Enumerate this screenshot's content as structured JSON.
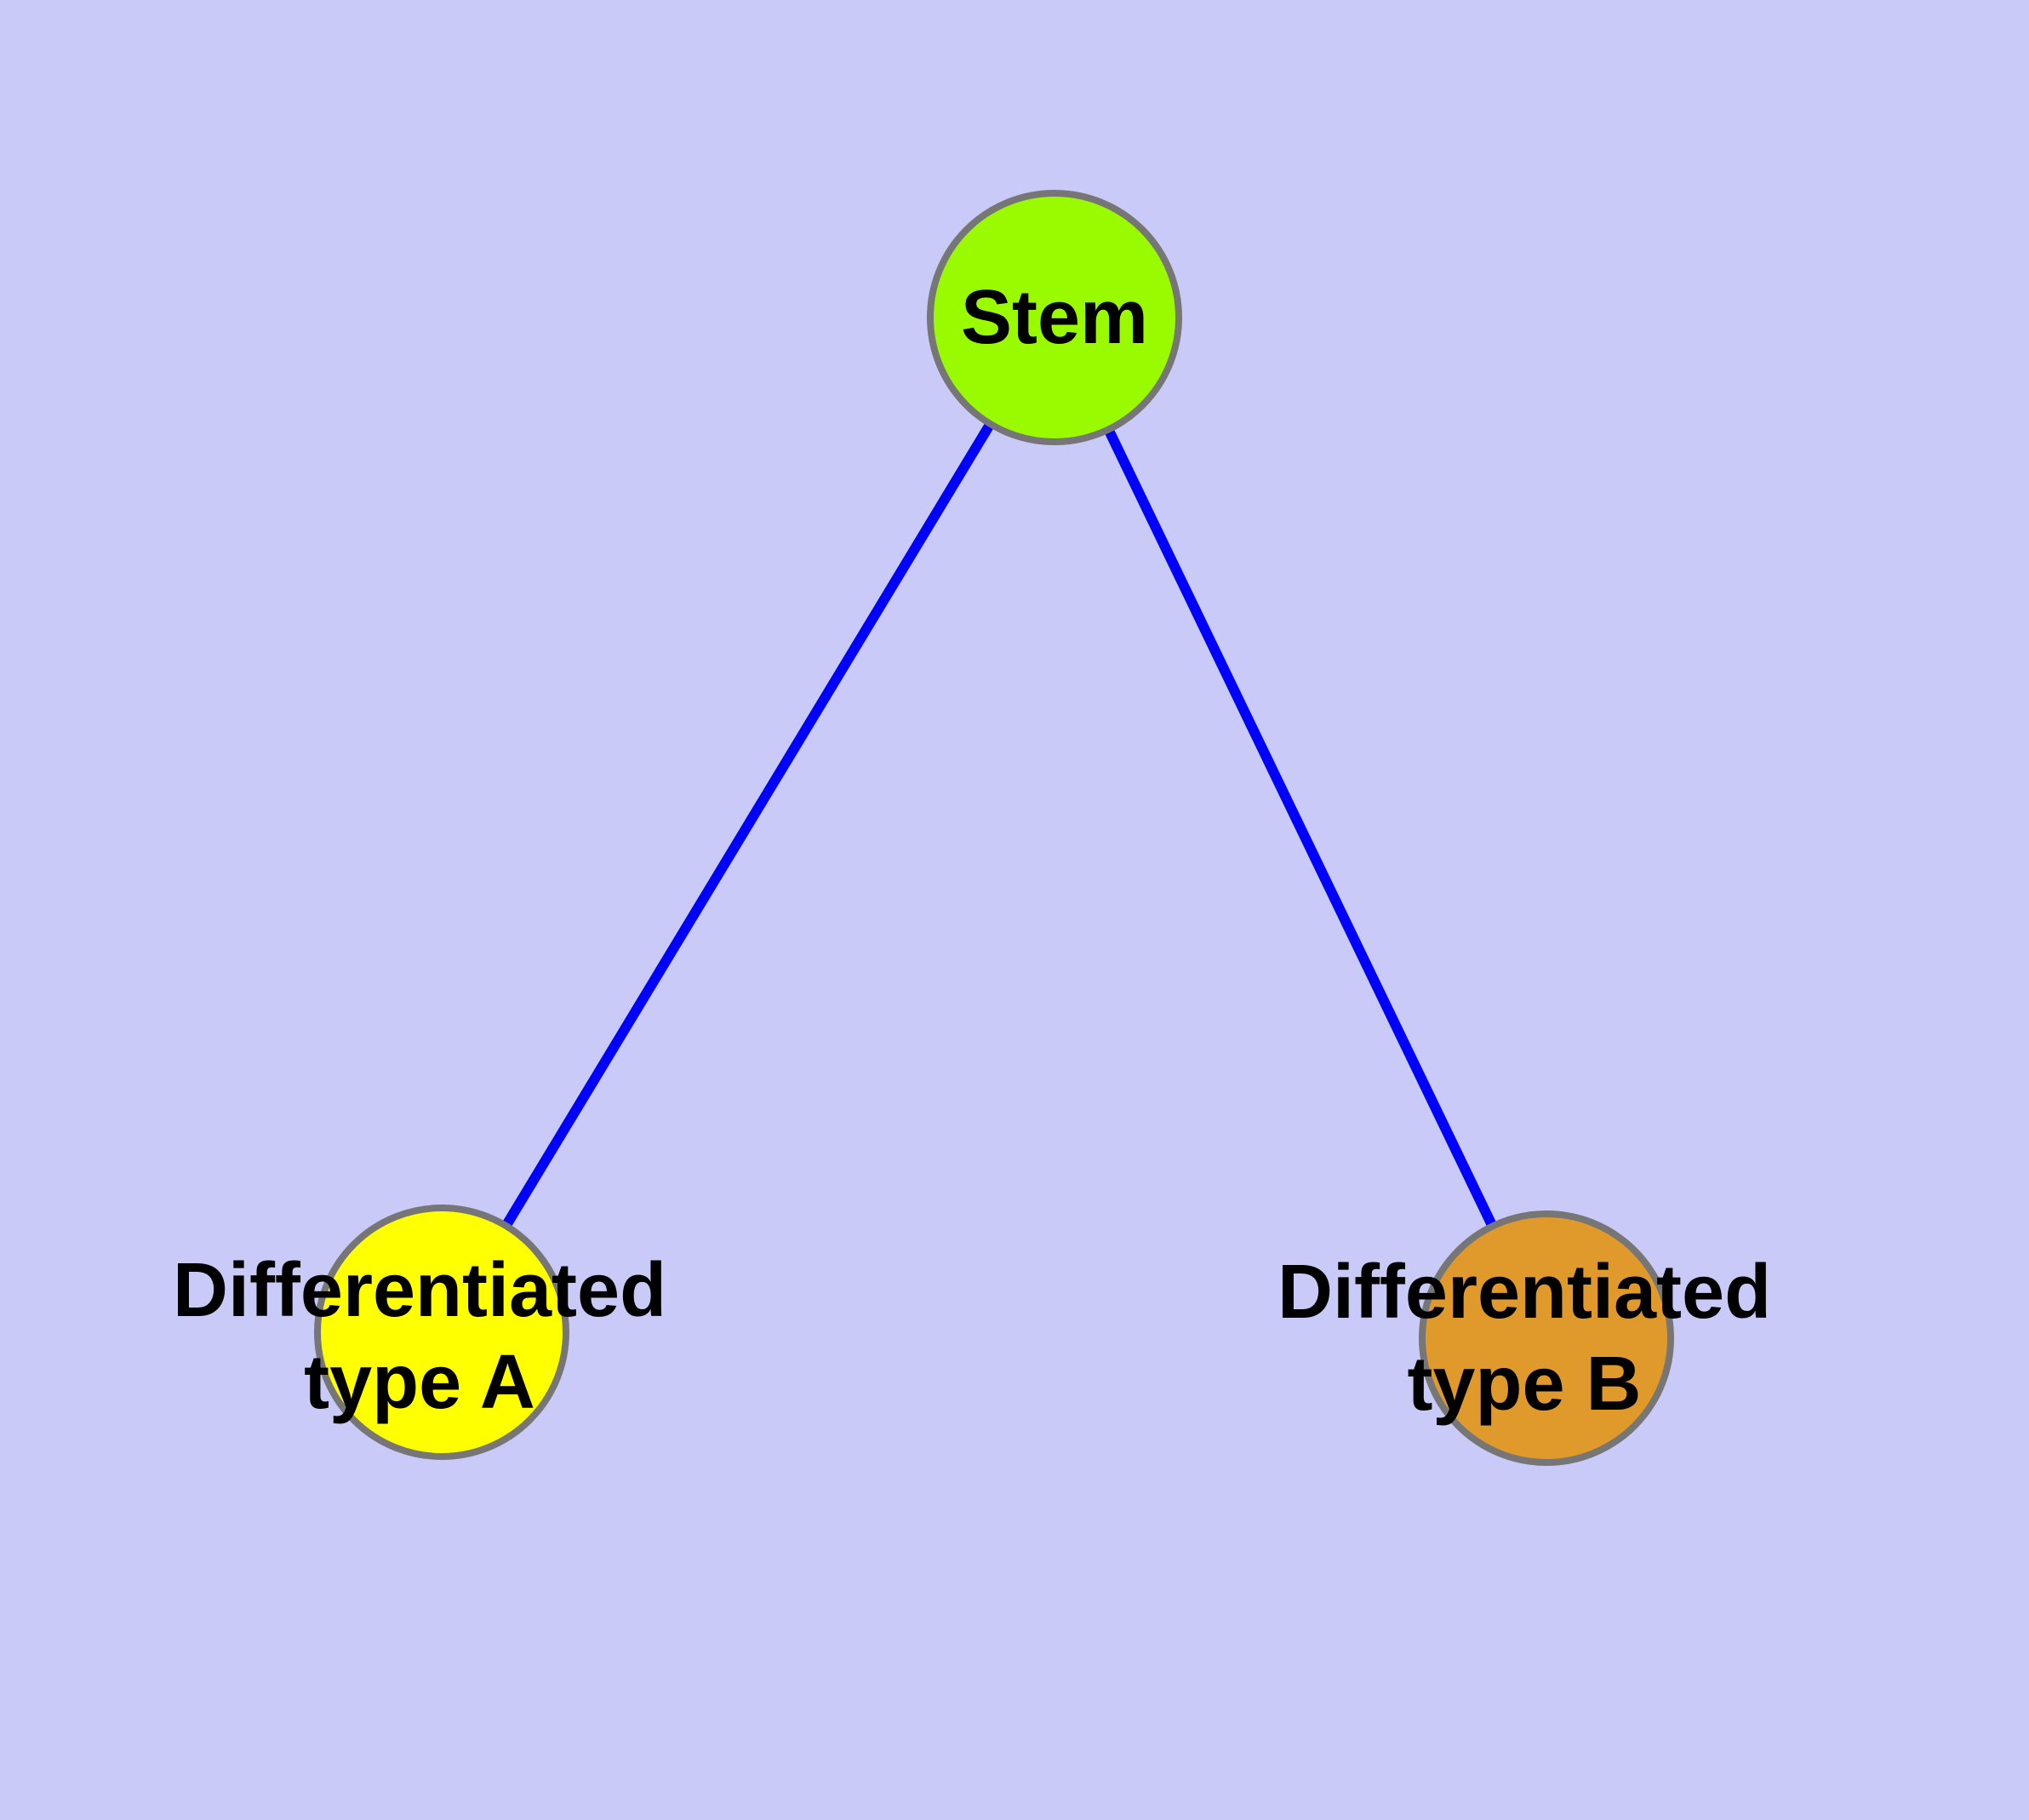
{
  "diagram": {
    "background_color": "#CACAF8",
    "text_color": "#000000",
    "node_border_color": "#767676",
    "edge_color": "#0000FF",
    "nodes": [
      {
        "id": "stem",
        "label_lines": [
          "Stem"
        ],
        "fill": "#9AFB00"
      },
      {
        "id": "differentiated-type-a",
        "label_lines": [
          "Differentiated",
          "type A"
        ],
        "fill": "#FFFF00"
      },
      {
        "id": "differentiated-type-b",
        "label_lines": [
          "Differentiated",
          "type B"
        ],
        "fill": "#E0992B"
      }
    ],
    "edges": [
      {
        "from": "Stem",
        "to": "Differentiated type A"
      },
      {
        "from": "Stem",
        "to": "Differentiated type B"
      }
    ]
  }
}
